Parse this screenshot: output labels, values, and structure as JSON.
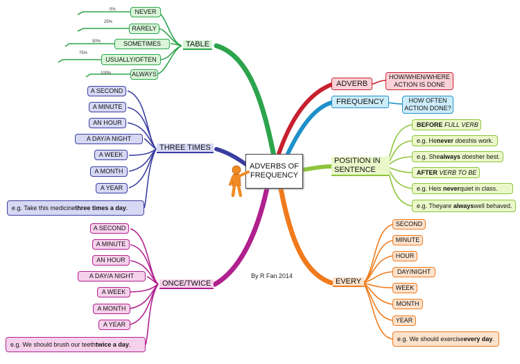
{
  "center": {
    "line1": "ADVERBS OF",
    "line2": "FREQUENCY"
  },
  "credit": "By R Fan 2014",
  "table": {
    "label": "TABLE",
    "items": [
      {
        "percent": "0%",
        "label": "NEVER"
      },
      {
        "percent": "25%",
        "label": "RARELY"
      },
      {
        "percent": "50%",
        "label": "SOMETIMES"
      },
      {
        "percent": "75%",
        "label": "USUALLY/OFTEN"
      },
      {
        "percent": "100%",
        "label": "ALWAYS"
      }
    ]
  },
  "three_times": {
    "label": "THREE TIMES",
    "items": [
      "A SECOND",
      "A MINUTE",
      "AN HOUR",
      "A DAY/A NIGHT",
      "A WEEK",
      "A MONTH",
      "A YEAR"
    ],
    "example": {
      "pre": "e.g. Take this medicine ",
      "bold": "three times a day",
      "post": "."
    }
  },
  "once_twice": {
    "label": "ONCE/TWICE",
    "items": [
      "A SECOND",
      "A MINUTE",
      "AN HOUR",
      "A DAY/A NIGHT",
      "A WEEK",
      "A MONTH",
      "A YEAR"
    ],
    "example": {
      "pre": "e.g. We should brush our teeth ",
      "bold": "twice a day",
      "post": "."
    }
  },
  "adverb": {
    "label": "ADVERB",
    "desc1": "HOW/WHEN/WHERE",
    "desc2": "ACTION IS DONE"
  },
  "frequency": {
    "label": "FREQUENCY",
    "desc1": "HOW OFTEN",
    "desc2": "ACTION DONE?"
  },
  "position": {
    "label1": "POSITION IN",
    "label2": "SENTENCE",
    "rule1": {
      "bold": "BEFORE",
      "italic": "FULL VERB"
    },
    "ex1": {
      "pre": "e.g. He ",
      "bold": "never",
      "italic": "does",
      "post": " his work."
    },
    "ex2": {
      "pre": "e.g. She ",
      "bold": "always",
      "italic": "does",
      "post": " her best."
    },
    "rule2": {
      "bold": "AFTER",
      "italic": "VERB TO BE"
    },
    "ex3": {
      "pre": "e.g. He ",
      "italic": "is",
      "bold": "never",
      "post": " quiet in class."
    },
    "ex4": {
      "pre": "e.g. They ",
      "italic": "are",
      "bold": "always",
      "post": " well behaved."
    }
  },
  "every": {
    "label": "EVERY",
    "items": [
      "SECOND",
      "MINUTE",
      "HOUR",
      "DAY/NIGHT",
      "WEEK",
      "MONTH",
      "YEAR"
    ],
    "example": {
      "pre": "e.g. We should exercise ",
      "bold": "every day",
      "post": "."
    }
  },
  "colors": {
    "table": "#2ca44c",
    "three_times": "#3a3ea0",
    "once_twice": "#b0208e",
    "every": "#f07a1c",
    "position": "#8cc43a",
    "adverb": "#c8202e",
    "frequency": "#1e90c8"
  }
}
